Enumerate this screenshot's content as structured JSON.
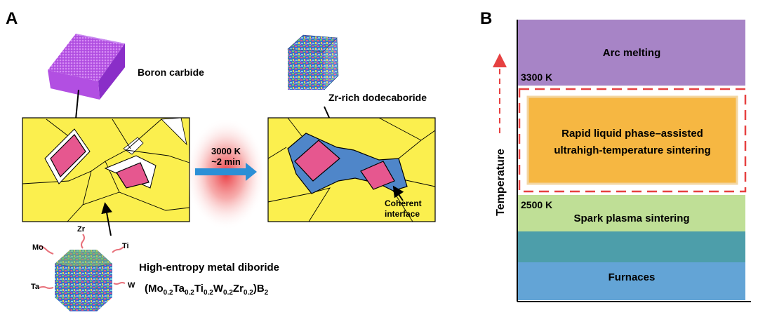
{
  "panel_a": {
    "letter": "A",
    "boron_carbide": "Boron carbide",
    "dodecaboride": "Zr-rich dodecaboride",
    "condition_temp": "3000 K",
    "condition_time": "~2 min",
    "interface_line1": "Coherent",
    "interface_line2": "interface",
    "element_mo": "Mo",
    "element_zr": "Zr",
    "element_ti": "Ti",
    "element_ta": "Ta",
    "element_w": "W",
    "diboride_name": "High-entropy metal diboride",
    "formula": {
      "open": "(Mo",
      "sub1": "0.2",
      "ta": "Ta",
      "sub2": "0.2",
      "ti": "Ti",
      "sub3": "0.2",
      "w": "W",
      "sub4": "0.2",
      "zr": "Zr",
      "sub5": "0.2",
      "close": ")B",
      "sub6": "2"
    }
  },
  "panel_b": {
    "letter": "B",
    "axis_label": "Temperature",
    "arc_melting": "Arc melting",
    "temp_3300": "3300 K",
    "rapid_line1": "Rapid liquid phase–assisted",
    "rapid_line2": "ultrahigh-temperature sintering",
    "temp_2500": "2500 K",
    "spark": "Spark plasma sintering",
    "furnaces": "Furnaces"
  },
  "colors": {
    "grain_yellow": "#fbef4e",
    "carbide_pink": "#e6578f",
    "boride_blue": "#4f86c9",
    "arc_purple": "#a784c6",
    "rapid_orange": "#f6b742",
    "spark_green": "#bfdf96",
    "teal": "#4d9eaa",
    "furnace_blue": "#63a4d6",
    "dash_red": "#e64141"
  }
}
